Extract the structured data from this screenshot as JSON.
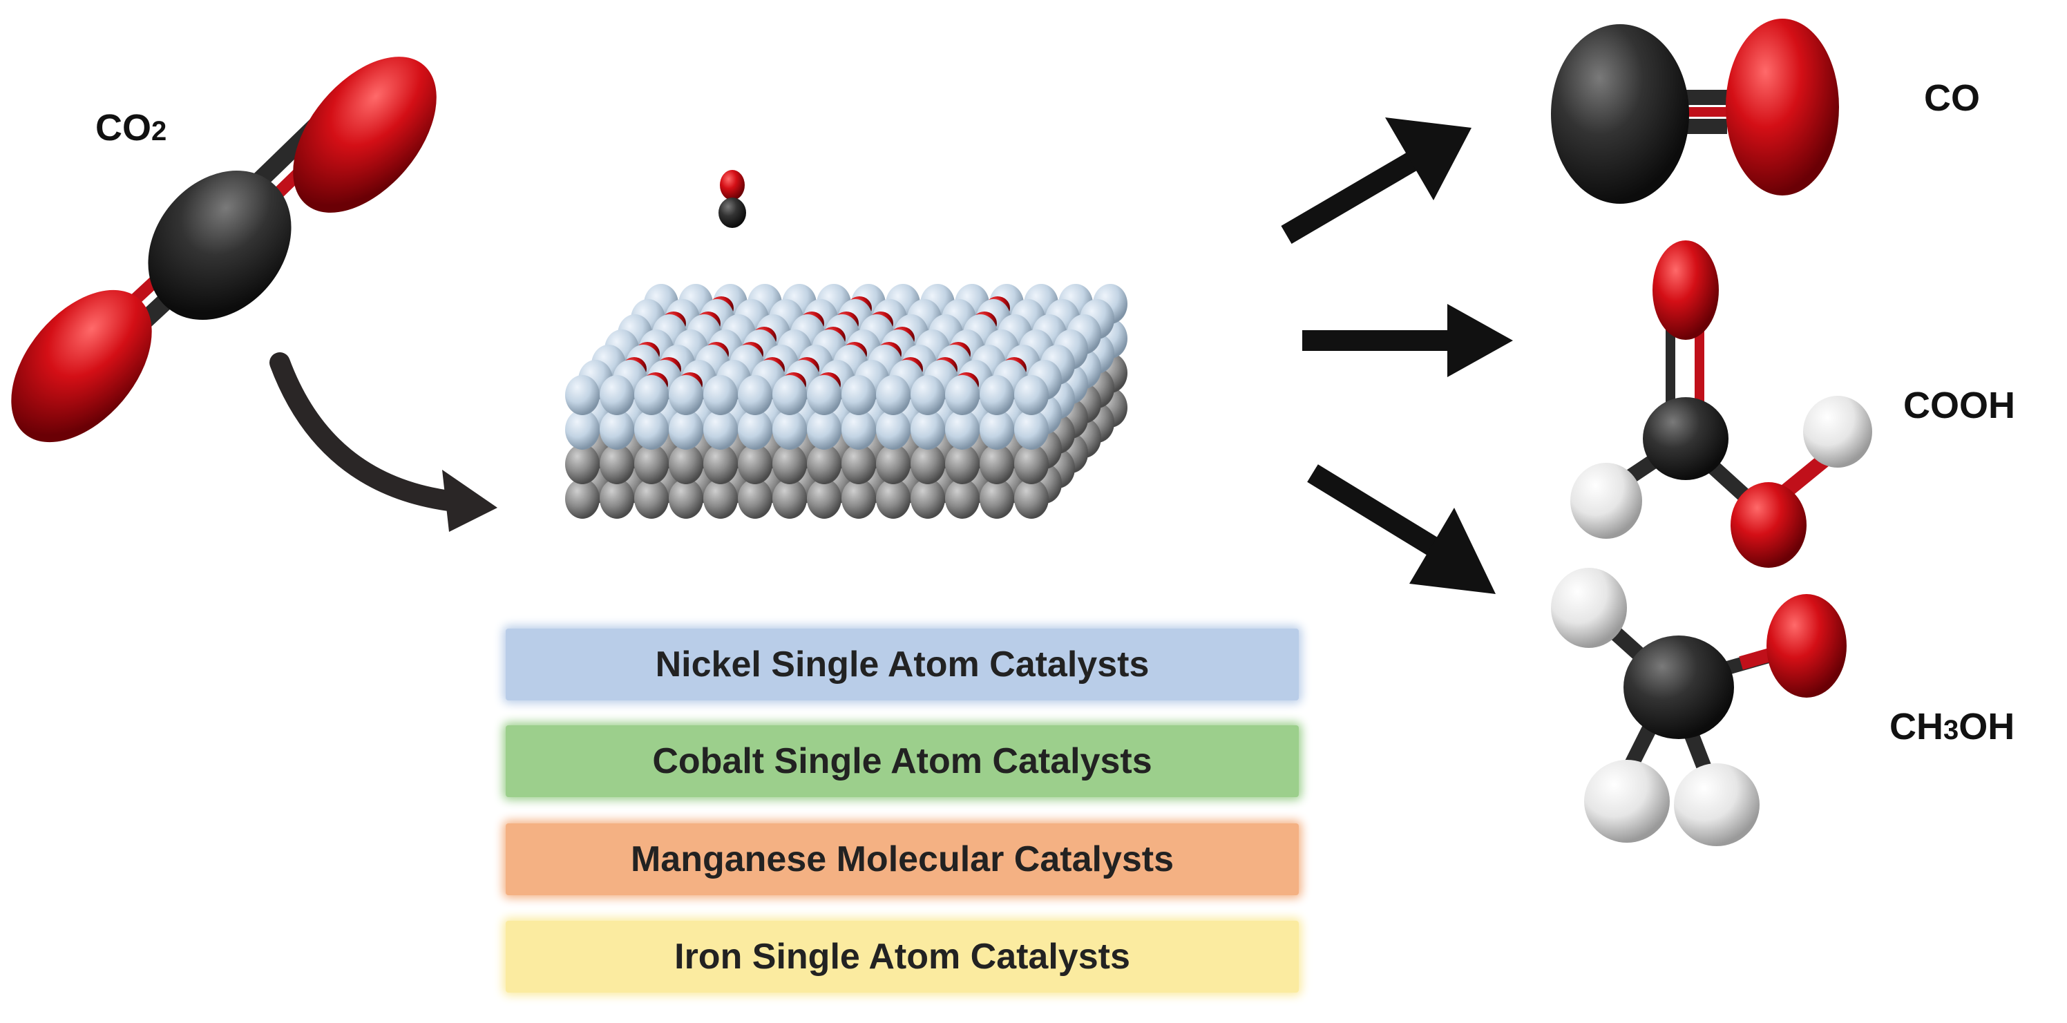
{
  "reactant": {
    "formula_main": "CO",
    "formula_sub": "2"
  },
  "products": [
    {
      "id": "co",
      "parts": [
        {
          "t": "CO",
          "sub": false
        }
      ]
    },
    {
      "id": "cooh",
      "parts": [
        {
          "t": "COOH",
          "sub": false
        }
      ]
    },
    {
      "id": "ch3oh",
      "parts": [
        {
          "t": "CH",
          "sub": false
        },
        {
          "t": "3",
          "sub": true
        },
        {
          "t": "OH",
          "sub": false
        }
      ]
    }
  ],
  "catalysts": [
    {
      "label": "Nickel Single Atom Catalysts",
      "color": "#b9cde8"
    },
    {
      "label": "Cobalt Single Atom Catalysts",
      "color": "#9ccf8c"
    },
    {
      "label": "Manganese Molecular Catalysts",
      "color": "#f4b183"
    },
    {
      "label": "Iron Single Atom Catalysts",
      "color": "#fbeba0"
    }
  ],
  "colors": {
    "oxygen": "#d40f16",
    "carbon": "#333333",
    "hydrogen": "#eeeeee",
    "metal_top": "#c3d4e4",
    "metal_bottom": "#8c8c8c",
    "arrow": "#111111"
  }
}
